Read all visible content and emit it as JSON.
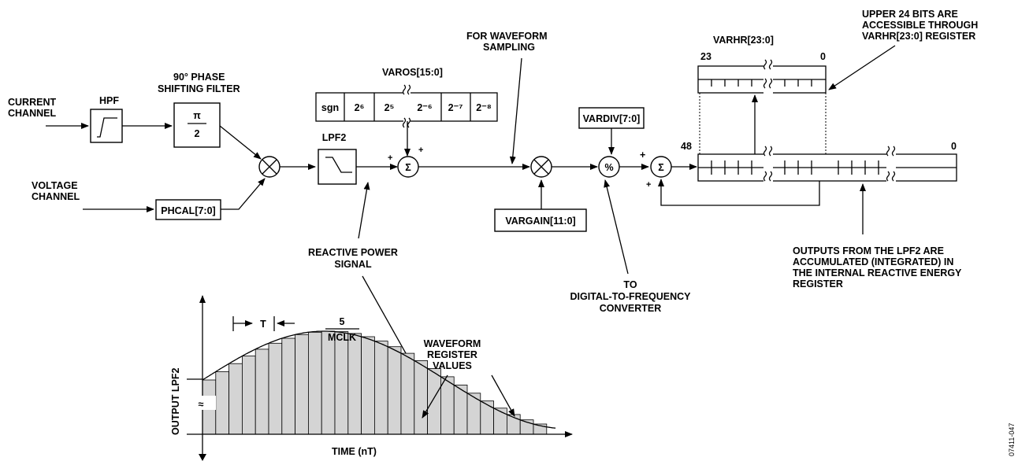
{
  "labels": {
    "current_channel": [
      "CURRENT",
      "CHANNEL"
    ],
    "voltage_channel": [
      "VOLTAGE",
      "CHANNEL"
    ],
    "hpf": "HPF",
    "phase_filter": [
      "90° PHASE",
      "SHIFTING FILTER"
    ],
    "pi": "π",
    "two": "2",
    "phcal": "PHCAL[7:0]",
    "lpf2": "LPF2",
    "varos": "VAROS[15:0]",
    "varos_cells": [
      "sgn",
      "2⁶",
      "2⁵",
      "2⁻⁶",
      "2⁻⁷",
      "2⁻⁸"
    ],
    "sigma": "Σ",
    "plus": "+",
    "waveform_sampling": [
      "FOR WAVEFORM",
      "SAMPLING"
    ],
    "vargain": "VARGAIN[11:0]",
    "vardiv": "VARDIV[7:0]",
    "percent": "%",
    "to_dfc": [
      "TO",
      "DIGITAL-TO-FREQUENCY",
      "CONVERTER"
    ],
    "reactive_power": [
      "REACTIVE POWER",
      "SIGNAL"
    ],
    "varhr": "VARHR[23:0]",
    "bit23": "23",
    "bit0_top": "0",
    "bit48": "48",
    "bit0_bottom": "0",
    "upper_bits_note": [
      "UPPER 24 BITS ARE",
      "ACCESSIBLE THROUGH",
      "VARHR[23:0] REGISTER"
    ],
    "outputs_note": [
      "OUTPUTS FROM THE LPF2 ARE",
      "ACCUMULATED (INTEGRATED) IN",
      "THE INTERNAL REACTIVE ENERGY",
      "REGISTER"
    ],
    "figure_id": "07411-047"
  },
  "plot": {
    "ylabel": "OUTPUT LPF2",
    "xlabel": "TIME (nT)",
    "t_label": "T",
    "fraction_num": "5",
    "fraction_den": "MCLK",
    "waveform_note": [
      "WAVEFORM",
      "REGISTER",
      "VALUES"
    ],
    "break_symbol": "≈"
  }
}
